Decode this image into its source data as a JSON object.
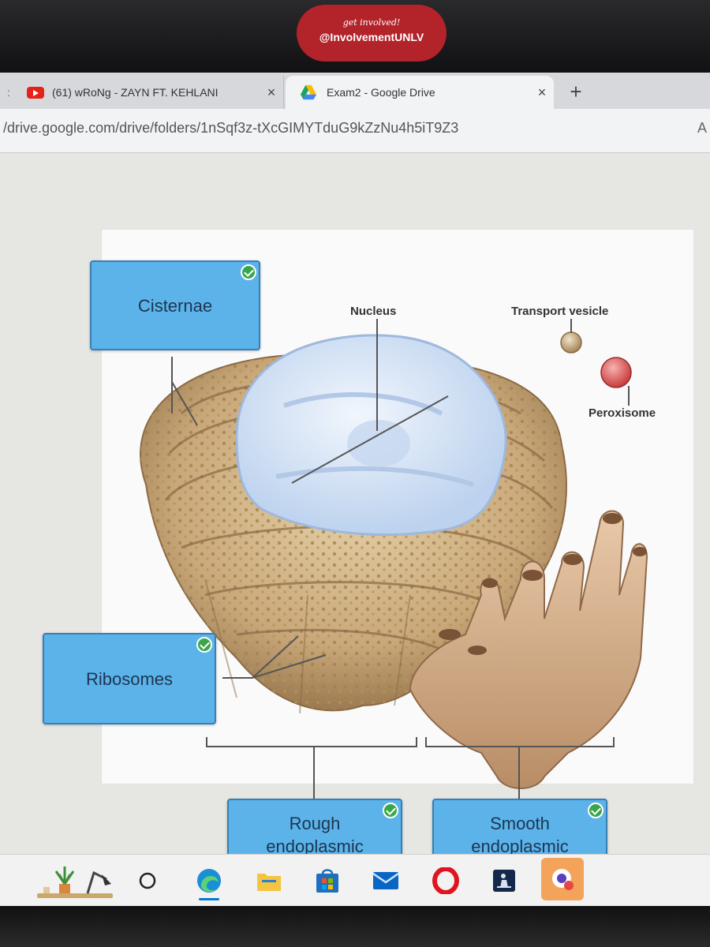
{
  "badge": {
    "line1": "get involved!",
    "line2": "@InvolvementUNLV"
  },
  "browser": {
    "tabs": [
      {
        "title": "(61) wRoNg - ZAYN FT. KEHLANI",
        "close": "×"
      },
      {
        "title": "Exam2 - Google Drive",
        "close": "×"
      }
    ],
    "new_tab": "+",
    "url": "/drive.google.com/drive/folders/1nSqf3z-tXcGIMYTduG9kZzNu4h5iT9Z3",
    "url_end": "A"
  },
  "diagram": {
    "answer_labels": {
      "cisternae": "Cisternae",
      "ribosomes": "Ribosomes",
      "rough_er": "Rough endoplasmic reticulum",
      "smooth_er": "Smooth endoplasmic reticulum"
    },
    "figure_labels": {
      "nucleus": "Nucleus",
      "transport_vesicle": "Transport vesicle",
      "peroxisome": "Peroxisome"
    }
  },
  "taskbar": {
    "items": [
      "plant-lamp-widget",
      "search-circle",
      "edge-browser",
      "file-explorer",
      "microsoft-store",
      "mail",
      "opera-browser",
      "kindle",
      "camera-app"
    ]
  },
  "colors": {
    "answer_box": "#5bb3ea",
    "check": "#3aa64a",
    "er": "#c9a77a",
    "nucleus": "#cfe0f5",
    "badge": "#b3232a"
  }
}
